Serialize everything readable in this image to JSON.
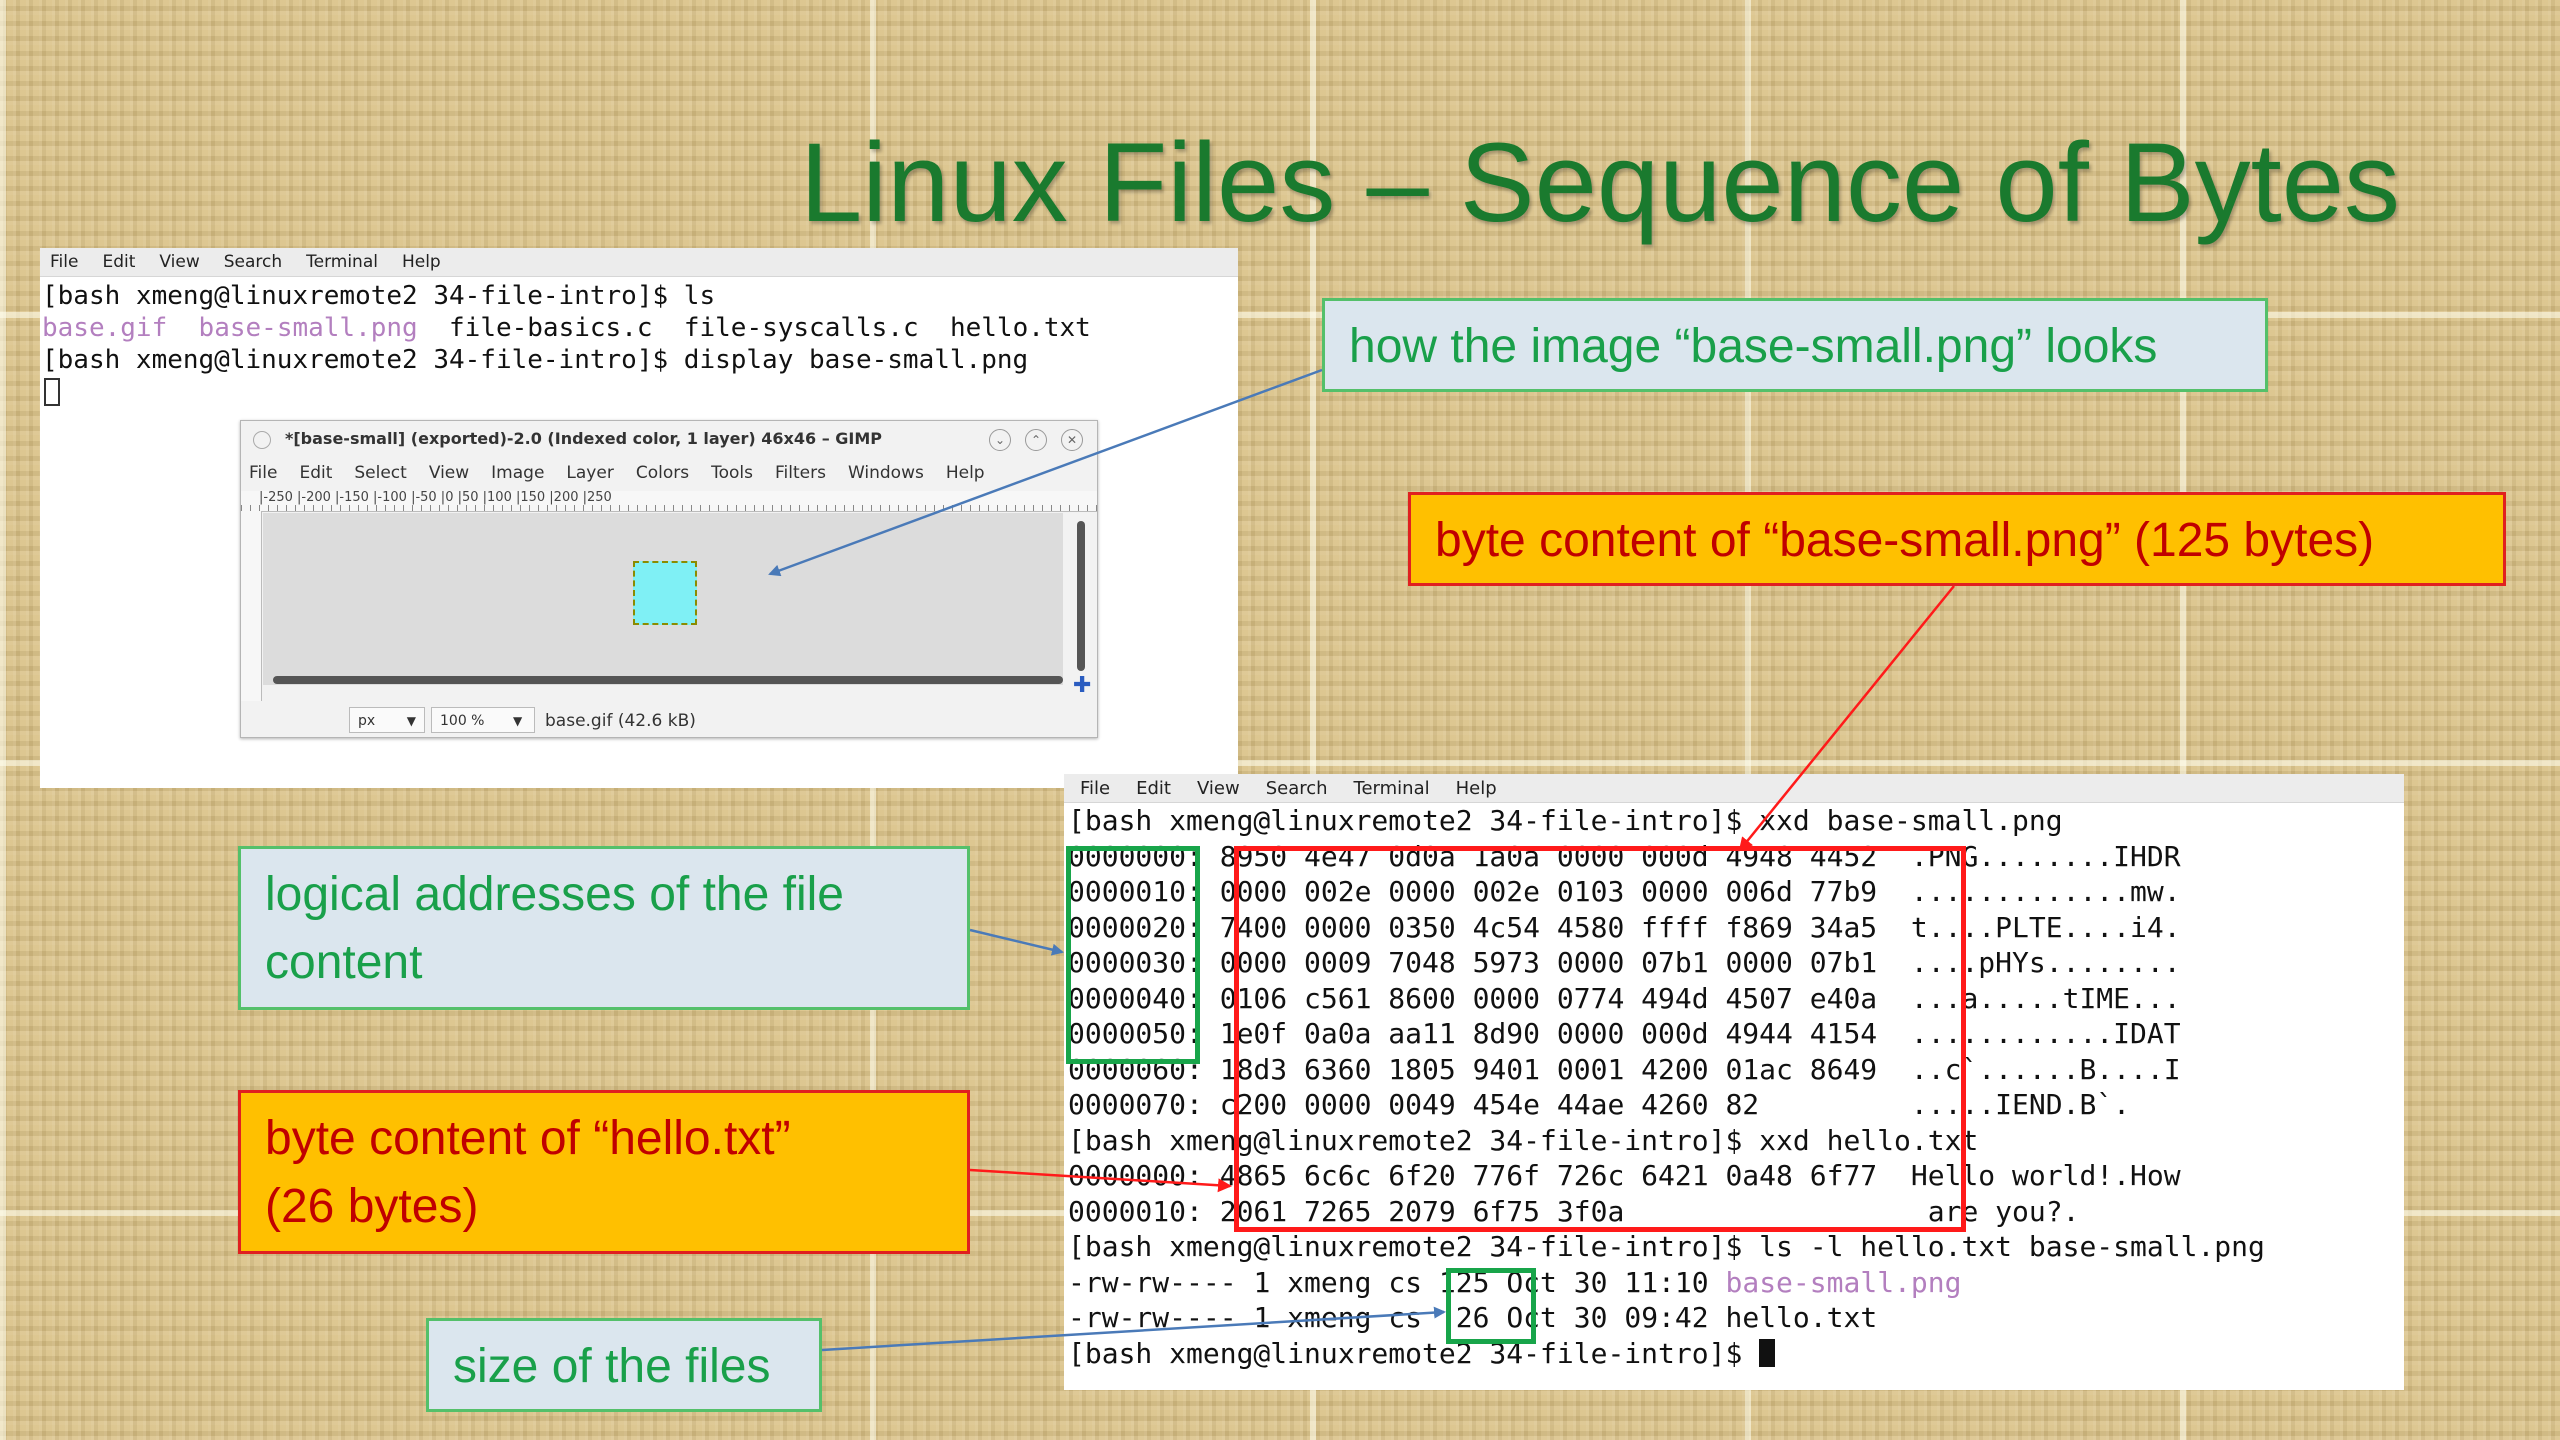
{
  "title": "Linux Files – Sequence of Bytes",
  "terminal_menu": [
    "File",
    "Edit",
    "View",
    "Search",
    "Terminal",
    "Help"
  ],
  "top_terminal": {
    "lines": [
      "[bash xmeng@linuxremote2 34-file-intro]$ ls",
      "",
      "[bash xmeng@linuxremote2 34-file-intro]$ display base-small.png"
    ],
    "ls_files": [
      {
        "name": "base.gif",
        "color": "purple"
      },
      {
        "name": "base-small.png",
        "color": "purple"
      },
      {
        "name": "file-basics.c",
        "color": "plain"
      },
      {
        "name": "file-syscalls.c",
        "color": "plain"
      },
      {
        "name": "hello.txt",
        "color": "plain"
      }
    ]
  },
  "gimp": {
    "title": "*[base-small] (exported)-2.0 (Indexed color, 1 layer) 46x46 – GIMP",
    "menu": [
      "File",
      "Edit",
      "Select",
      "View",
      "Image",
      "Layer",
      "Colors",
      "Tools",
      "Filters",
      "Windows",
      "Help"
    ],
    "ruler_labels": "|-250  |-200  |-150  |-100  |-50   |0     |50    |100   |150   |200   |250",
    "unit": "px",
    "zoom": "100 %",
    "status": "base.gif (42.6 kB)",
    "image_color": "#7ff0f5"
  },
  "bottom_terminal": {
    "lines": [
      "[bash xmeng@linuxremote2 34-file-intro]$ xxd base-small.png",
      "0000000: 8950 4e47 0d0a 1a0a 0000 000d 4948 4452  .PNG........IHDR",
      "0000010: 0000 002e 0000 002e 0103 0000 006d 77b9  .............mw.",
      "0000020: 7400 0000 0350 4c54 4580 ffff f869 34a5  t....PLTE....i4.",
      "0000030: 0000 0009 7048 5973 0000 07b1 0000 07b1  ....pHYs........",
      "0000040: 0106 c561 8600 0000 0774 494d 4507 e40a  ...a.....tIME...",
      "0000050: 1e0f 0a0a aa11 8d90 0000 000d 4944 4154  ............IDAT",
      "0000060: 18d3 6360 1805 9401 0001 4200 01ac 8649  ..c`......B....I",
      "0000070: c200 0000 0049 454e 44ae 4260 82         .....IEND.B`.",
      "[bash xmeng@linuxremote2 34-file-intro]$ xxd hello.txt",
      "0000000: 4865 6c6c 6f20 776f 726c 6421 0a48 6f77  Hello world!.How",
      "0000010: 2061 7265 2079 6f75 3f0a                  are you?.",
      "[bash xmeng@linuxremote2 34-file-intro]$ ls -l hello.txt base-small.png"
    ],
    "ls_rows": [
      {
        "perms": "-rw-rw----",
        "links": "1",
        "owner": "xmeng",
        "group": "cs",
        "size": "125",
        "date": "Oct 30 11:10",
        "name": "base-small.png",
        "name_color": "purple"
      },
      {
        "perms": "-rw-rw----",
        "links": "1",
        "owner": "xmeng",
        "group": "cs",
        "size": " 26",
        "date": "Oct 30 09:42",
        "name": "hello.txt",
        "name_color": "plain"
      }
    ],
    "prompt_end": "[bash xmeng@linuxremote2 34-file-intro]$ "
  },
  "callouts": {
    "image_looks": "how the image “base-small.png” looks",
    "byte_content_png": "byte content of “base-small.png” (125 bytes)",
    "logical_addresses": [
      "logical addresses of the file",
      "content"
    ],
    "byte_content_hello": [
      "byte content of “hello.txt”",
      "(26 bytes)"
    ],
    "size_of_files": "size of the files"
  },
  "colors": {
    "title_green": "#1a7a2e",
    "callout_blue_bg": "#dbe6ee",
    "callout_orange_bg": "#ffc000",
    "highlight_red": "#ff1a1a",
    "highlight_green": "#18a54a",
    "purple_file": "#b37fbf"
  }
}
